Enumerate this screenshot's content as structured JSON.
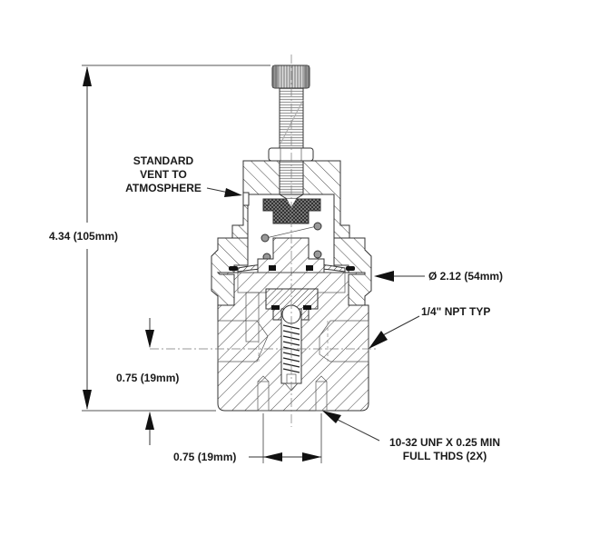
{
  "diagram": {
    "subject": "Pressure regulator cross-section with dimensions",
    "labels": {
      "vent": [
        "STANDARD",
        "VENT TO",
        "ATMOSPHERE"
      ],
      "overall_height": "4.34 (105mm)",
      "diameter": "Ø 2.12 (54mm)",
      "port": "1/4\" NPT TYP",
      "port_height": "0.75 (19mm)",
      "hole_spacing": "0.75 (19mm)",
      "mount_thread": [
        "10-32 UNF X 0.25 MIN",
        "FULL THDS (2X)"
      ]
    },
    "colors": {
      "line": "#333333",
      "text": "#1a1a1a",
      "hatch": "#444444",
      "knurl": "#555555",
      "background": "#ffffff"
    }
  }
}
